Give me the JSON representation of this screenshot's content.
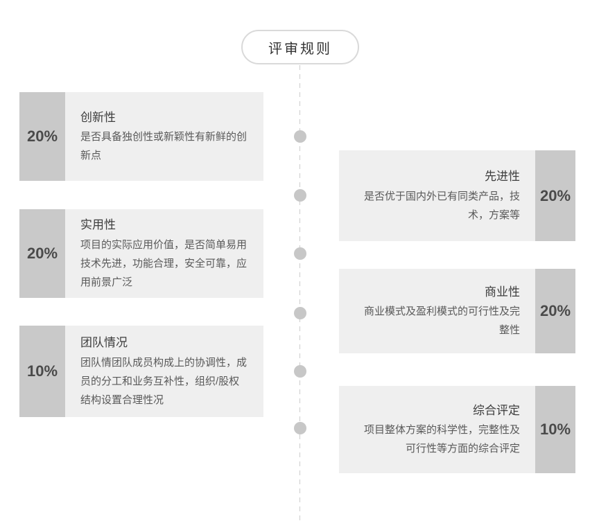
{
  "title": "评审规则",
  "colors": {
    "percent_box_bg": "#c9c9c9",
    "content_box_bg": "#efefef",
    "dot_color": "#c7c7c7",
    "line_color": "#cccccc",
    "title_text": "#333333",
    "body_text": "#595959"
  },
  "timeline": {
    "dot_count": 6
  },
  "left_items": [
    {
      "percent": "20%",
      "name": "创新性",
      "desc": "是否具备独创性或新颖性有新鲜的创新点"
    },
    {
      "percent": "20%",
      "name": "实用性",
      "desc": "项目的实际应用价值，是否简单易用技术先进，功能合理，安全可靠，应用前景广泛"
    },
    {
      "percent": "10%",
      "name": "团队情况",
      "desc": "团队情团队成员构成上的协调性，成员的分工和业务互补性，组织/股权结构设置合理性况"
    }
  ],
  "right_items": [
    {
      "percent": "20%",
      "name": "先进性",
      "desc": "是否优于国内外已有同类产品，技术，方案等"
    },
    {
      "percent": "20%",
      "name": "商业性",
      "desc": "商业模式及盈利模式的可行性及完整性"
    },
    {
      "percent": "10%",
      "name": "综合评定",
      "desc": "项目整体方案的科学性，完整性及可行性等方面的综合评定"
    }
  ]
}
